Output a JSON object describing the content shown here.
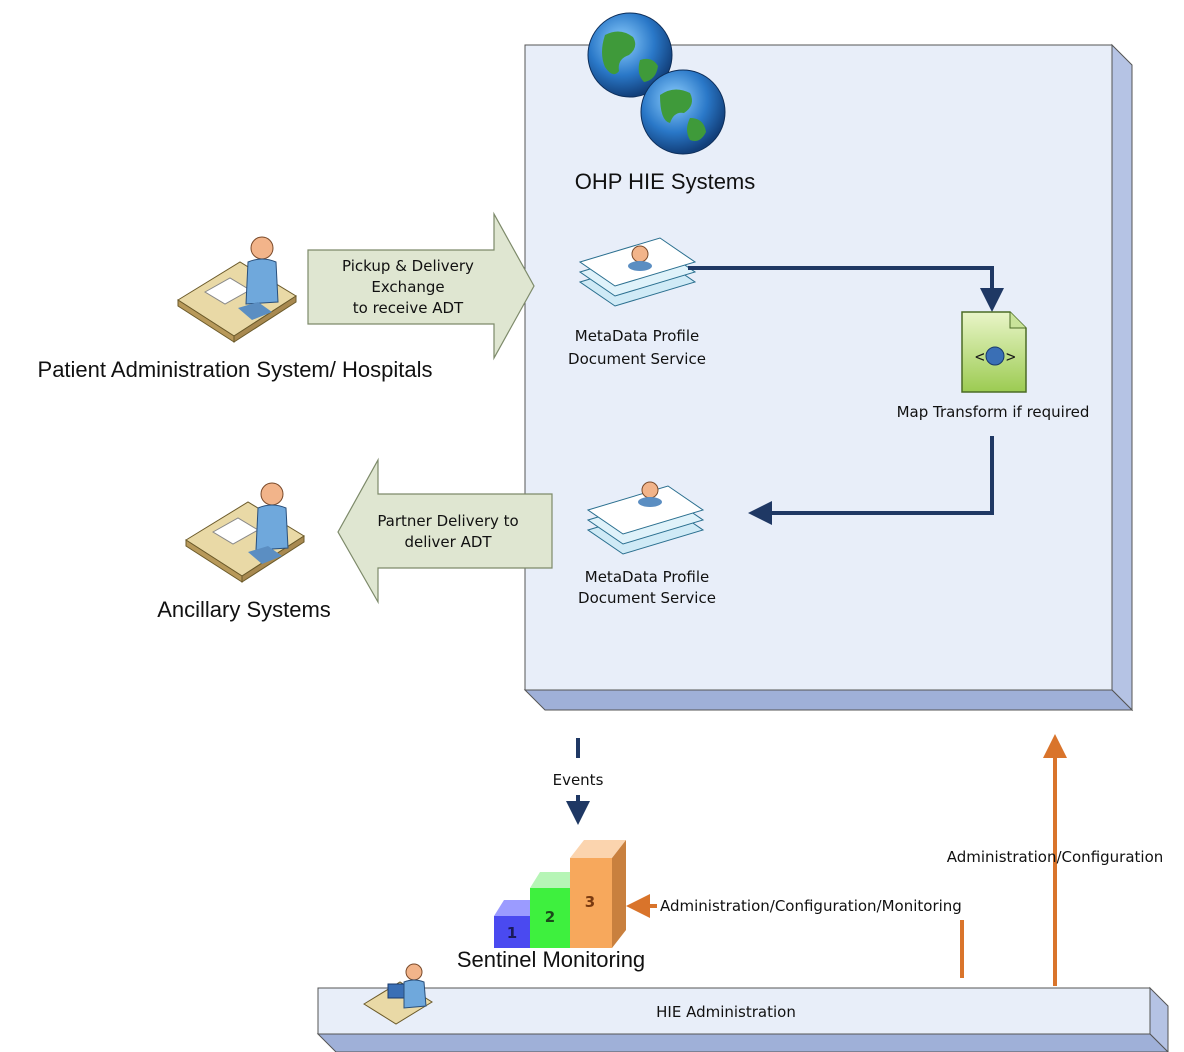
{
  "hie_box": {
    "title": "OHP HIE Systems"
  },
  "doc_service_1": {
    "line1": "MetaData Profile",
    "line2": "Document Service"
  },
  "doc_service_2": {
    "line1": "MetaData Profile",
    "line2": "Document Service"
  },
  "map_transform": {
    "label": "Map Transform if required"
  },
  "pickup_arrow": {
    "line1": "Pickup & Delivery",
    "line2": "Exchange",
    "line3": "to receive ADT"
  },
  "partner_arrow": {
    "line1": "Partner Delivery to",
    "line2": "deliver ADT"
  },
  "patient_admin": {
    "label": "Patient Administration System/ Hospitals"
  },
  "ancillary": {
    "label": "Ancillary Systems"
  },
  "events": {
    "label": "Events"
  },
  "sentinel": {
    "label": "Sentinel Monitoring",
    "bar1": "1",
    "bar2": "2",
    "bar3": "3"
  },
  "admin_config_monitoring": {
    "label": "Administration/Configuration/Monitoring"
  },
  "admin_config": {
    "label": "Administration/Configuration"
  },
  "hie_admin": {
    "label": "HIE Administration"
  },
  "colors": {
    "box_front": "#e8eef9",
    "box_side": "#b5c3e4",
    "flow_arrow": "#1f3864",
    "admin_arrow": "#d9742b",
    "big_arrow_fill": "#dfe6d1"
  }
}
